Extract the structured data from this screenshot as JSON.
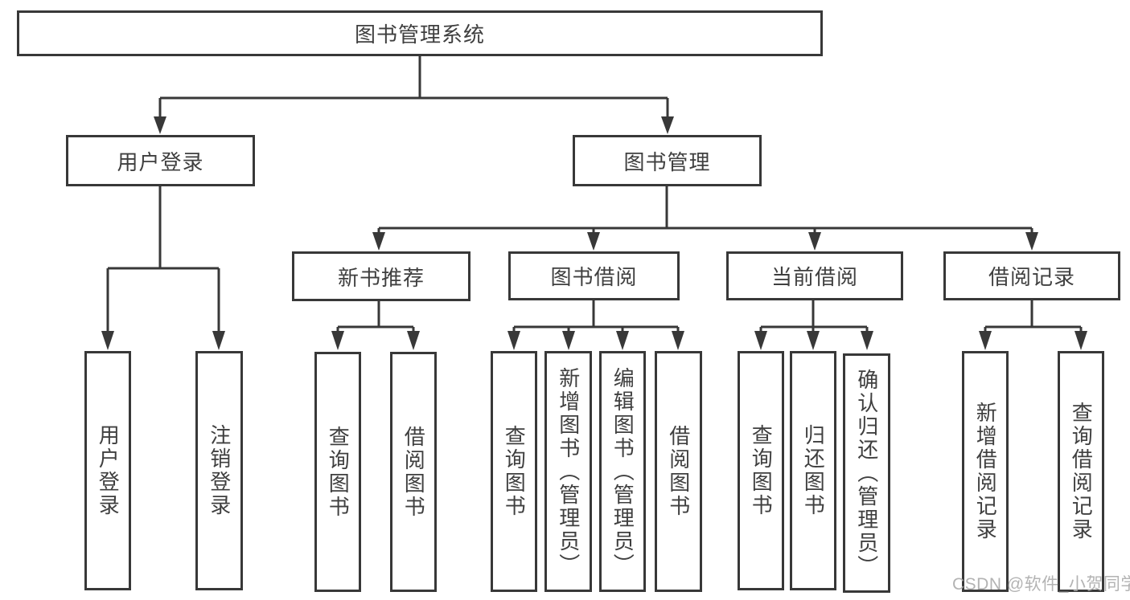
{
  "diagram": {
    "title": "图书管理系统",
    "level2": {
      "user_login": "用户登录",
      "book_management": "图书管理"
    },
    "level3": {
      "new_book_recommend": "新书推荐",
      "book_borrow": "图书借阅",
      "current_borrow": "当前借阅",
      "borrow_records": "借阅记录"
    },
    "leaves": {
      "user_login_leaf": "用户登录",
      "logout_leaf": "注销登录",
      "recommend_query_books": "查询图书",
      "recommend_borrow_books": "借阅图书",
      "borrow_query_books": "查询图书",
      "borrow_add_books": "新增图书（管理员）",
      "borrow_edit_books": "编辑图书（管理员）",
      "borrow_borrow_books": "借阅图书",
      "current_query_books": "查询图书",
      "current_return_books": "归还图书",
      "current_confirm_return": "确认归还（管理员）",
      "records_add": "新增借阅记录",
      "records_query": "查询借阅记录"
    },
    "watermark": "CSDN @软件_小贺同学"
  },
  "colors": {
    "line": "#383838",
    "text": "#3f3f3f",
    "background": "#ffffff",
    "watermark": "#ababab"
  }
}
